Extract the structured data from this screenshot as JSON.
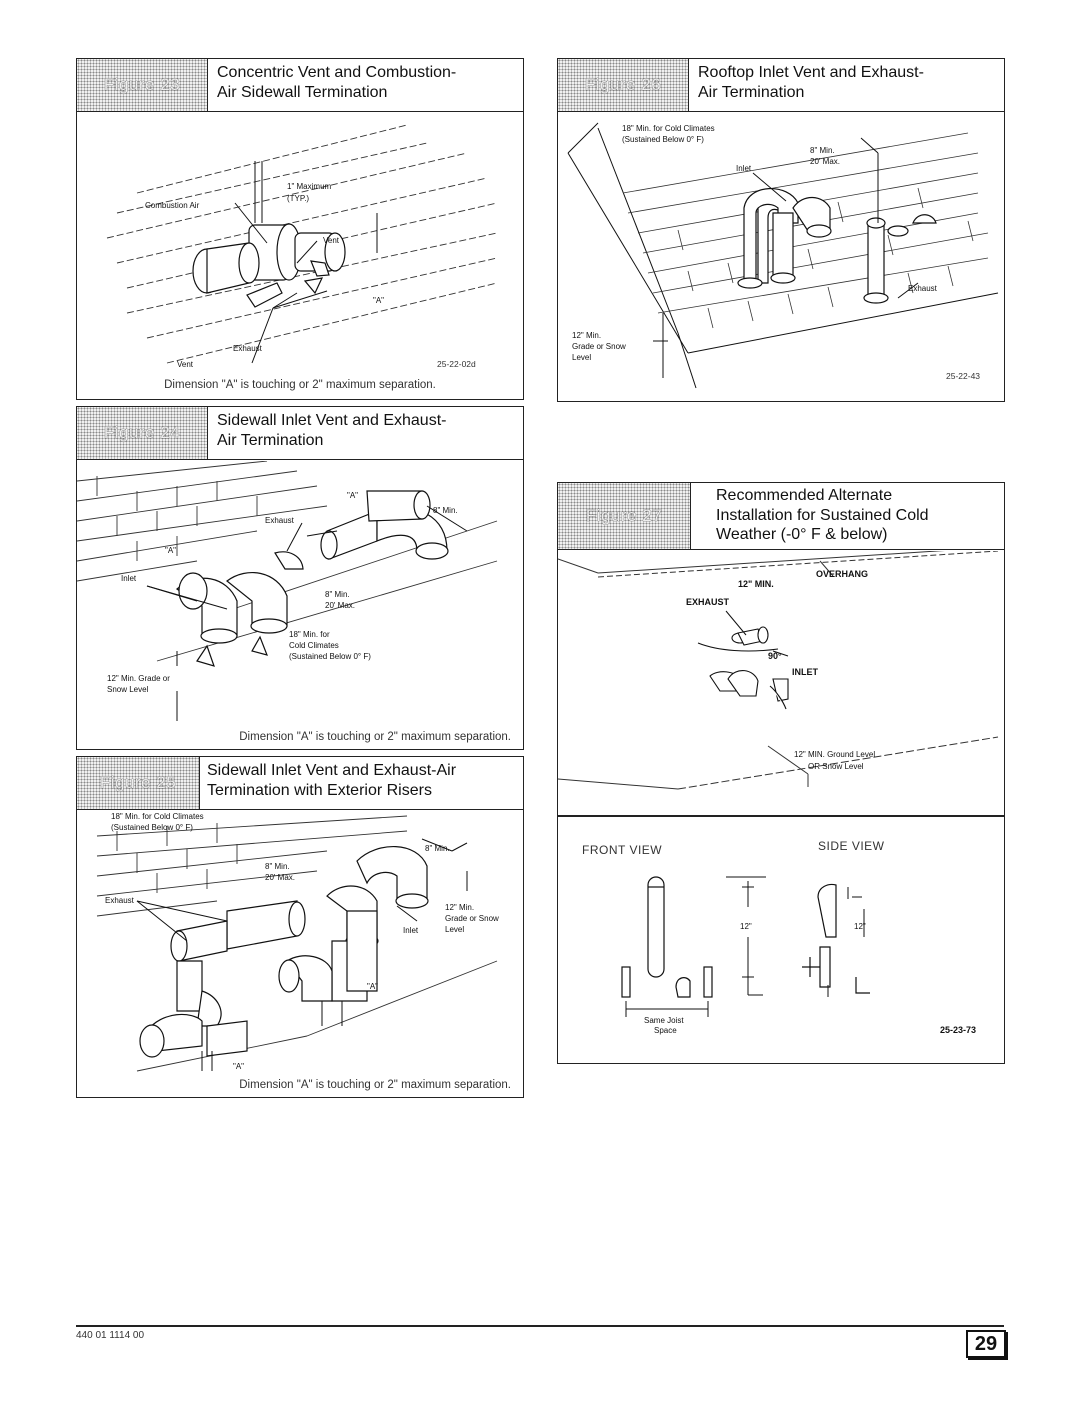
{
  "figures": {
    "fig23": {
      "tag": "Figure 23",
      "title_line1": "Concentric Vent and Combustion-",
      "title_line2": "Air Sidewall Termination",
      "labels": {
        "combustion_air": "Combustion Air",
        "max": "1\" Maximum",
        "typ": "(TYP.)",
        "vent_top": "Vent",
        "a": "\"A\"",
        "exhaust": "Exhaust",
        "vent_bottom": "Vent",
        "code": "25-22-02d"
      },
      "caption": "Dimension \"A\" is touching or 2\" maximum separation."
    },
    "fig24": {
      "tag": "Figure 24",
      "title_line1": "Sidewall Inlet Vent and Exhaust-",
      "title_line2": "Air Termination",
      "labels": {
        "a_top": "\"A\"",
        "min8_top": "8\" Min.",
        "exhaust": "Exhaust",
        "a_mid": "\"A\"",
        "inlet": "Inlet",
        "min8": "8\" Min.",
        "max20": "20' Max.",
        "min18": "18\" Min. for",
        "cold": "Cold Climates",
        "sustained": "(Sustained Below 0° F)",
        "grade": "12\" Min. Grade or",
        "snow": "Snow Level"
      },
      "caption": "Dimension \"A\" is touching or 2\" maximum separation."
    },
    "fig25": {
      "tag": "Figure 25",
      "title_line1": "Sidewall Inlet Vent and Exhaust-Air",
      "title_line2": "Termination with Exterior Risers",
      "labels": {
        "min18": "18\" Min. for Cold Climates",
        "sustained": "(Sustained Below 0° F)",
        "min8_top": "8\" Min.",
        "min8": "8\" Min.",
        "max20": "20' Max.",
        "exhaust": "Exhaust",
        "min12": "12\" Min.",
        "grade": "Grade or Snow",
        "inlet": "Inlet",
        "level": "Level",
        "a_right": "\"A\"",
        "a_bottom": "\"A\""
      },
      "caption": "Dimension \"A\" is touching or 2\" maximum separation."
    },
    "fig26": {
      "tag": "Figure 26",
      "title_line1": "Rooftop Inlet Vent and Exhaust-",
      "title_line2": "Air Termination",
      "labels": {
        "min18": "18\" Min. for Cold Climates",
        "sustained": "(Sustained Below 0° F)",
        "min8": "8\" Min.",
        "max20": "20' Max.",
        "inlet": "Inlet",
        "min12": "12\" Min.",
        "grade": "Grade or Snow",
        "level": "Level",
        "exhaust": "Exhaust",
        "code": "25-22-43"
      }
    },
    "fig27": {
      "tag": "Figure 27",
      "title_line1": "Recommended Alternate",
      "title_line2": "Installation for Sustained Cold",
      "title_line3": "Weather (-0° F & below)",
      "labels": {
        "overhang": "OVERHANG",
        "min12": "12\" MIN.",
        "exhaust": "EXHAUST",
        "deg90": "90°",
        "inlet": "INLET",
        "ground": "12\" MIN. Ground Level",
        "snow": "OR Snow Level",
        "front_view": "FRONT VIEW",
        "side_view": "SIDE VIEW",
        "dim12_a": "12\"",
        "dim12_b": "12\"",
        "joist": "Same Joist",
        "space": "Space",
        "code": "25-23-73"
      }
    }
  },
  "footer": {
    "doc_number": "440 01 1114 00",
    "page_number": "29"
  }
}
